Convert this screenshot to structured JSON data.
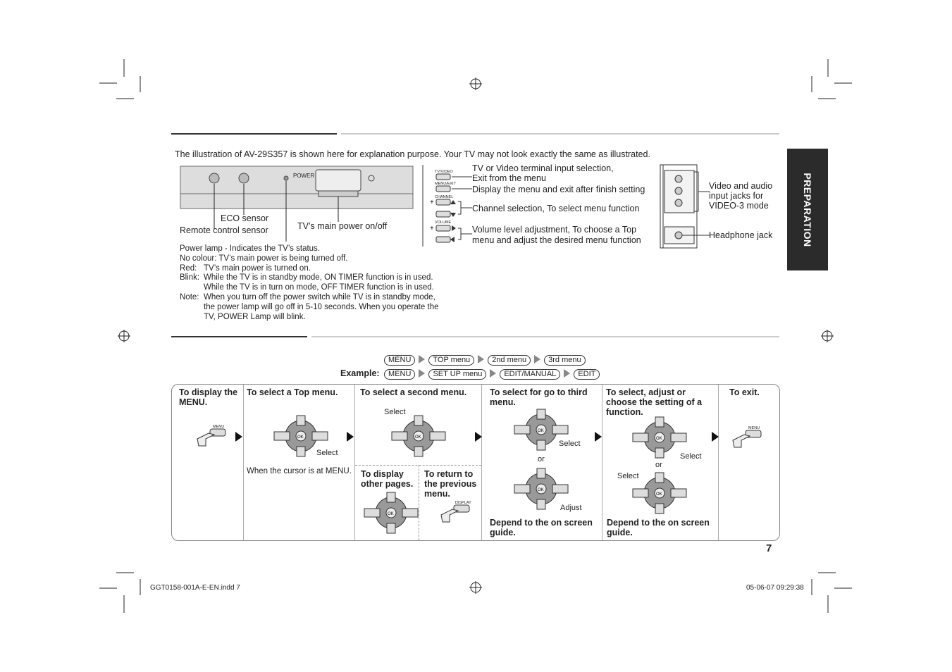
{
  "intro": "The illustration of AV-29S357 is shown here for explanation purpose. Your TV may not look exactly the same as illustrated.",
  "tab_label": "PREPARATION",
  "front_panel": {
    "power_label": "POWER",
    "eco_sensor": "ECO sensor",
    "remote_sensor": "Remote control sensor",
    "main_power": "TV’s main power on/off"
  },
  "power_notes": [
    {
      "term": "",
      "text": "Power lamp - Indicates the TV’s status."
    },
    {
      "term": "",
      "text": "No colour: TV’s main power is being turned off."
    },
    {
      "term": "Red:",
      "text": "TV’s main power is turned on."
    },
    {
      "term": "Blink:",
      "text": "While the TV is in standby mode, ON TIMER function is in used."
    },
    {
      "term": "",
      "text": "While the TV is in turn on mode, OFF TIMER function is in used."
    },
    {
      "term": "Note:",
      "text": "When you turn off the power switch while TV is in standby mode,"
    },
    {
      "term": "",
      "text": "the power lamp will go off in 5-10 seconds. When you operate the"
    },
    {
      "term": "",
      "text": "TV, POWER Lamp will blink."
    }
  ],
  "side_buttons": {
    "tv_video_tag": "TV/VIDEO",
    "menu_exit_tag": "MENU/EXIT",
    "channel_tag": "CHANNEL",
    "volume_tag": "VOLUME",
    "tv_video_line1": "TV or Video terminal input selection,",
    "tv_video_line2": "Exit from the menu",
    "menu_exit": "Display the menu and exit after finish setting",
    "channel": "Channel selection, To select menu function",
    "volume_line1": "Volume level adjustment, To choose a Top",
    "volume_line2": "menu and adjust the desired menu function"
  },
  "jacks": {
    "av_line1": "Video and audio",
    "av_line2": "input jacks for",
    "av_line3": "VIDEO-3 mode",
    "headphone": "Headphone jack"
  },
  "menu_flow": {
    "row1": [
      "MENU",
      "TOP menu",
      "2nd menu",
      "3rd menu"
    ],
    "example_label": "Example:",
    "row2": [
      "MENU",
      "SET UP menu",
      "EDIT/MANUAL",
      "EDIT"
    ]
  },
  "steps": {
    "display_menu": "To display the MENU.",
    "select_top": "To select a Top menu.",
    "select_second": "To select a second menu.",
    "select_third": "To select for go to third menu.",
    "select_adjust": "To select, adjust or choose the setting of a function.",
    "exit": "To exit.",
    "cursor_note": "When the cursor is at MENU.",
    "other_pages": "To display other pages.",
    "return_prev": "To return to the previous menu.",
    "depend1": "Depend to the on screen guide.",
    "depend2": "Depend to the on screen guide.",
    "select": "Select",
    "adjust": "Adjust",
    "or": "or",
    "menu_btn": "MENU",
    "display_btn": "DISPLAY",
    "ok": "OK"
  },
  "page_number": "7",
  "footer": {
    "file": "GGT0158-001A-E-EN.indd   7",
    "date": "05-06-07   09:29:38"
  }
}
